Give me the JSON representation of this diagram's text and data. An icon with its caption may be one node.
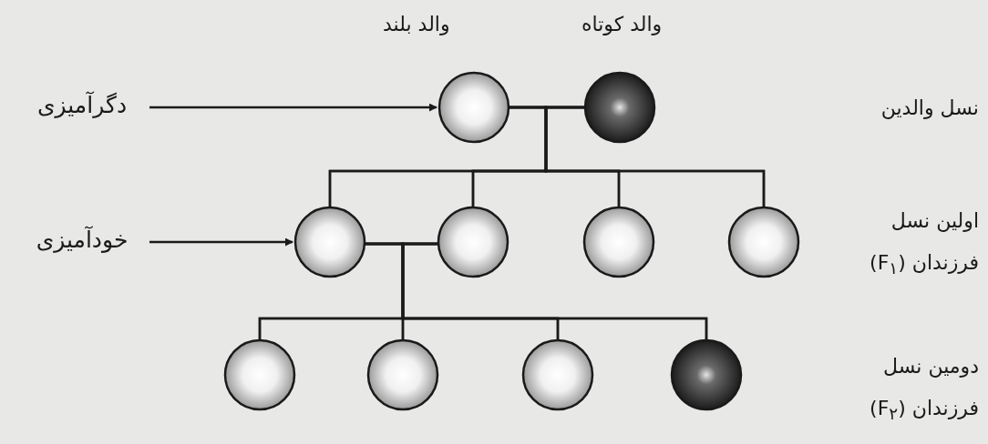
{
  "diagram": {
    "nodes": [
      {
        "text": [
          "دگرآمیزی"
        ]
      },
      {
        "text": [],
        "shape": "circle",
        "beside": [
          "والد بلند"
        ]
      },
      {
        "text": [],
        "shape": "circle",
        "beside": [
          "والد کوتاه"
        ]
      },
      {
        "text": [
          "خودآمیزی"
        ]
      },
      {
        "text": [],
        "shape": "circle"
      },
      {
        "text": [],
        "shape": "circle"
      },
      {
        "text": [],
        "shape": "circle"
      },
      {
        "text": [],
        "shape": "circle"
      },
      {
        "text": [],
        "shape": "circle"
      },
      {
        "text": [],
        "shape": "circle"
      },
      {
        "text": [],
        "shape": "circle"
      },
      {
        "text": [],
        "shape": "circle"
      }
    ],
    "edges": [
      {
        "from": 0,
        "to": 1,
        "arrow": "to"
      },
      {
        "from": 1,
        "to": 2,
        "arrow": "none"
      },
      {
        "from": 1,
        "to": 4,
        "arrow": "none"
      },
      {
        "from": 1,
        "to": 5,
        "arrow": "none"
      },
      {
        "from": 1,
        "to": 6,
        "arrow": "none"
      },
      {
        "from": 1,
        "to": 7,
        "arrow": "none"
      },
      {
        "from": 2,
        "to": 4,
        "arrow": "none"
      },
      {
        "from": 2,
        "to": 5,
        "arrow": "none"
      },
      {
        "from": 2,
        "to": 6,
        "arrow": "none"
      },
      {
        "from": 2,
        "to": 7,
        "arrow": "none"
      },
      {
        "from": 3,
        "to": 4,
        "arrow": "to"
      },
      {
        "from": 4,
        "to": 5,
        "arrow": "none"
      },
      {
        "from": 4,
        "to": 8,
        "arrow": "none"
      },
      {
        "from": 4,
        "to": 9,
        "arrow": "none"
      },
      {
        "from": 4,
        "to": 10,
        "arrow": "none"
      },
      {
        "from": 4,
        "to": 11,
        "arrow": "none"
      },
      {
        "from": 5,
        "to": 8,
        "arrow": "none"
      },
      {
        "from": 5,
        "to": 9,
        "arrow": "none"
      },
      {
        "from": 5,
        "to": 10,
        "arrow": "none"
      },
      {
        "from": 5,
        "to": 11,
        "arrow": "none"
      }
    ],
    "labels": [
      "نسل والدین",
      "اولین نسل فرزندان (F$_{۱}$)",
      "دومین نسل فرزندان (F$_{۲}$)"
    ]
  }
}
